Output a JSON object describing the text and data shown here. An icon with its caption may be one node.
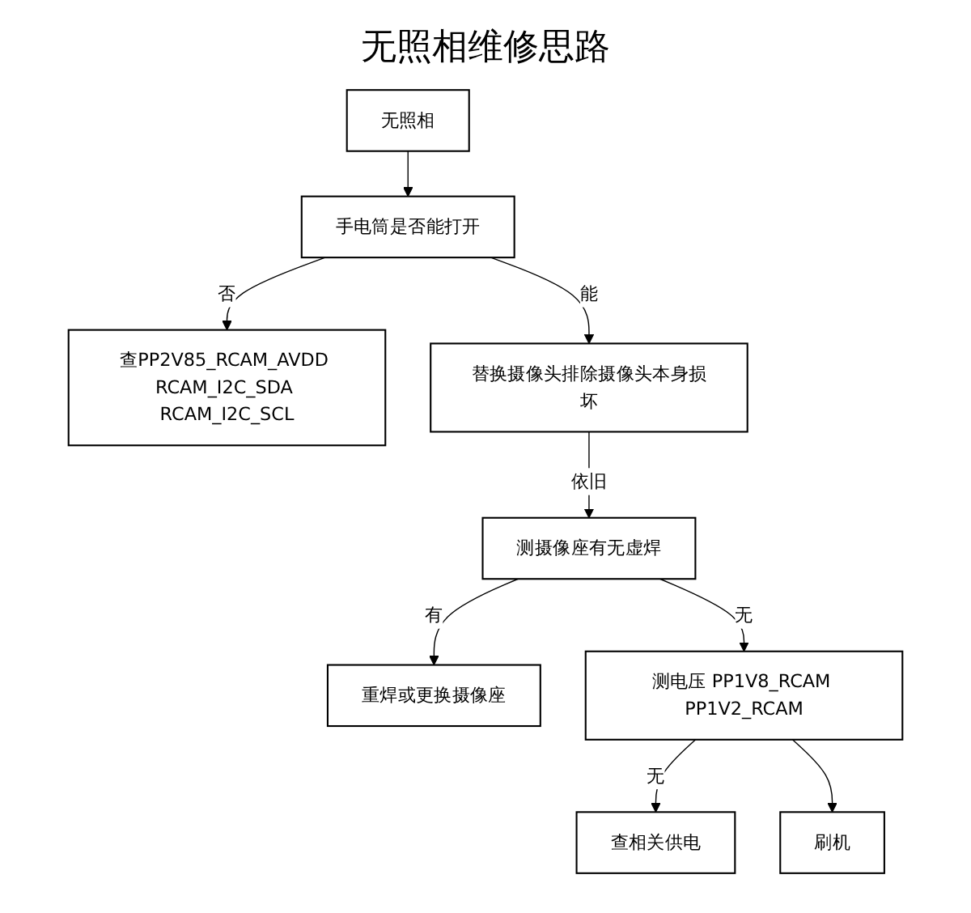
{
  "diagram": {
    "title": "无照相维修思路",
    "nodes": [
      {
        "text": [
          "无照相"
        ]
      },
      {
        "text": [
          "手电筒是否能打开"
        ]
      },
      {
        "text": [
          "查PP2V85_RCAM_AVDD RCAM_I2C_SDA RCAM_I2C_SCL"
        ]
      },
      {
        "text": [
          "替换摄像头排除摄像头本身损坏"
        ]
      },
      {
        "text": [
          "测摄像座有无虚焊"
        ]
      },
      {
        "text": [
          "重焊或更换摄像座"
        ]
      },
      {
        "text": [
          "测电压 PP1V8_RCAM PP1V2_RCAM"
        ]
      },
      {
        "text": [
          "查相关供电"
        ]
      },
      {
        "text": [
          "刷机"
        ]
      }
    ],
    "edges": [
      {
        "from": 0,
        "to": 1,
        "arrow": "to"
      },
      {
        "from": 1,
        "to": 2,
        "arrow": "to",
        "label": "否"
      },
      {
        "from": 1,
        "to": 3,
        "arrow": "to",
        "label": "能"
      },
      {
        "from": 3,
        "to": 4,
        "arrow": "to",
        "label": "依旧"
      },
      {
        "from": 4,
        "to": 5,
        "arrow": "to",
        "label": "有"
      },
      {
        "from": 4,
        "to": 6,
        "arrow": "to",
        "label": "无"
      },
      {
        "from": 6,
        "to": 7,
        "arrow": "to",
        "label": "无"
      },
      {
        "from": 6,
        "to": 8,
        "arrow": "to"
      }
    ]
  }
}
